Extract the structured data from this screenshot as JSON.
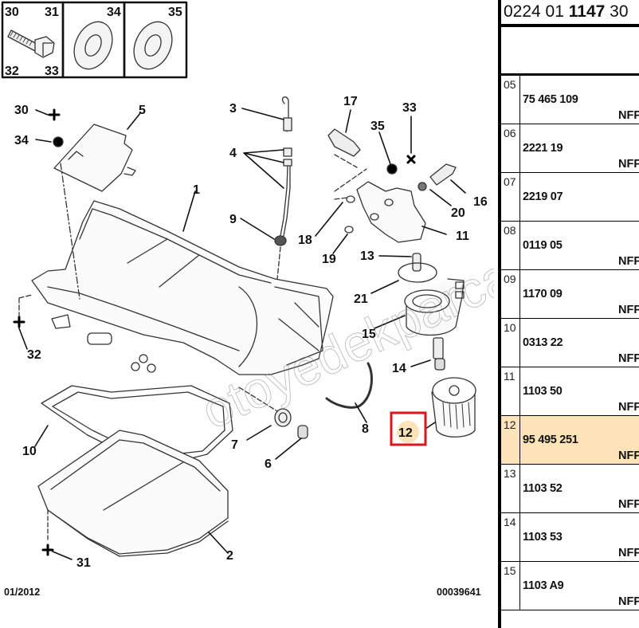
{
  "diagram": {
    "legend_boxes": [
      {
        "labels": [
          "30",
          "31",
          "32",
          "33"
        ],
        "icon": "bolt-icon"
      },
      {
        "labels": [
          "34"
        ],
        "icon": "washer-icon"
      },
      {
        "labels": [
          "35"
        ],
        "icon": "washer-icon"
      }
    ],
    "callouts": {
      "c1": "1",
      "c2": "2",
      "c3": "3",
      "c4": "4",
      "c5": "5",
      "c6": "6",
      "c7": "7",
      "c8": "8",
      "c9": "9",
      "c10": "10",
      "c11": "11",
      "c12": "12",
      "c13": "13",
      "c14": "14",
      "c15": "15",
      "c16": "16",
      "c17": "17",
      "c18": "18",
      "c19": "19",
      "c20": "20",
      "c21": "21",
      "c30": "30",
      "c31": "31",
      "c32": "32",
      "c33": "33",
      "c34": "34",
      "c35": "35"
    },
    "selected_callout": "12",
    "highlight_color": "#fde3b8",
    "selection_border_color": "#e3121b",
    "watermark": "otoyedekparca.com",
    "date": "01/2012",
    "drawing_number": "00039641"
  },
  "parts_table": {
    "reference": {
      "prefix": "0224 01 ",
      "bold": "1147",
      "suffix": " 30"
    },
    "rows": [
      {
        "num": "05",
        "ref": "75 465 109",
        "note": "NFP",
        "highlighted": false
      },
      {
        "num": "06",
        "ref": "2221 19",
        "note": "NFP",
        "highlighted": false
      },
      {
        "num": "07",
        "ref": "2219 07",
        "note": "",
        "highlighted": false
      },
      {
        "num": "08",
        "ref": "0119 05",
        "note": "NFP",
        "highlighted": false
      },
      {
        "num": "09",
        "ref": "1170 09",
        "note": "NFP",
        "highlighted": false
      },
      {
        "num": "10",
        "ref": "0313 22",
        "note": "NFP",
        "highlighted": false
      },
      {
        "num": "11",
        "ref": "1103 50",
        "note": "NFP",
        "highlighted": false
      },
      {
        "num": "12",
        "ref": "95 495 251",
        "note": "NFP",
        "highlighted": true
      },
      {
        "num": "13",
        "ref": "1103 52",
        "note": "NFP",
        "highlighted": false
      },
      {
        "num": "14",
        "ref": "1103 53",
        "note": "NFP",
        "highlighted": false
      },
      {
        "num": "15",
        "ref": "1103 A9",
        "note": "NFP",
        "highlighted": false
      }
    ]
  }
}
